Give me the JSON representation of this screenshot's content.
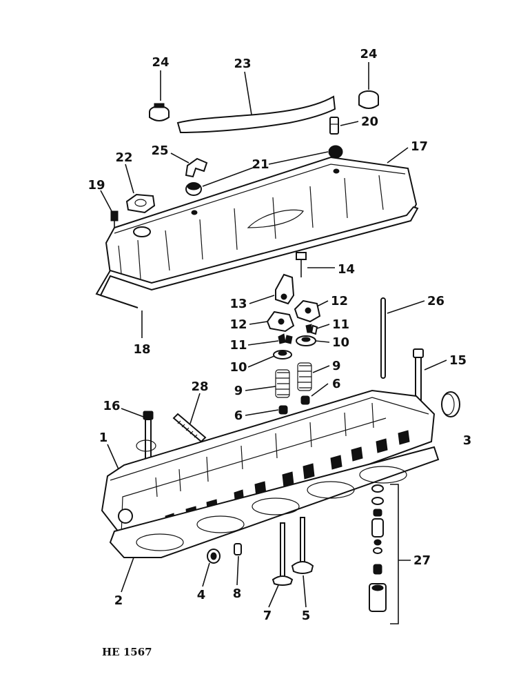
{
  "figure": {
    "code": "HE 1567",
    "callouts": [
      {
        "id": "c1",
        "text": "1"
      },
      {
        "id": "c2",
        "text": "2"
      },
      {
        "id": "c3",
        "text": "3"
      },
      {
        "id": "c4",
        "text": "4"
      },
      {
        "id": "c5",
        "text": "5"
      },
      {
        "id": "c6a",
        "text": "6"
      },
      {
        "id": "c6b",
        "text": "6"
      },
      {
        "id": "c7",
        "text": "7"
      },
      {
        "id": "c8",
        "text": "8"
      },
      {
        "id": "c9a",
        "text": "9"
      },
      {
        "id": "c9b",
        "text": "9"
      },
      {
        "id": "c10a",
        "text": "10"
      },
      {
        "id": "c10b",
        "text": "10"
      },
      {
        "id": "c11a",
        "text": "11"
      },
      {
        "id": "c11b",
        "text": "11"
      },
      {
        "id": "c12a",
        "text": "12"
      },
      {
        "id": "c12b",
        "text": "12"
      },
      {
        "id": "c13",
        "text": "13"
      },
      {
        "id": "c14",
        "text": "14"
      },
      {
        "id": "c15",
        "text": "15"
      },
      {
        "id": "c16",
        "text": "16"
      },
      {
        "id": "c17",
        "text": "17"
      },
      {
        "id": "c18",
        "text": "18"
      },
      {
        "id": "c19",
        "text": "19"
      },
      {
        "id": "c20",
        "text": "20"
      },
      {
        "id": "c21",
        "text": "21"
      },
      {
        "id": "c22",
        "text": "22"
      },
      {
        "id": "c23",
        "text": "23"
      },
      {
        "id": "c24a",
        "text": "24"
      },
      {
        "id": "c24b",
        "text": "24"
      },
      {
        "id": "c25",
        "text": "25"
      },
      {
        "id": "c26",
        "text": "26"
      },
      {
        "id": "c27",
        "text": "27"
      },
      {
        "id": "c28",
        "text": "28"
      }
    ]
  }
}
